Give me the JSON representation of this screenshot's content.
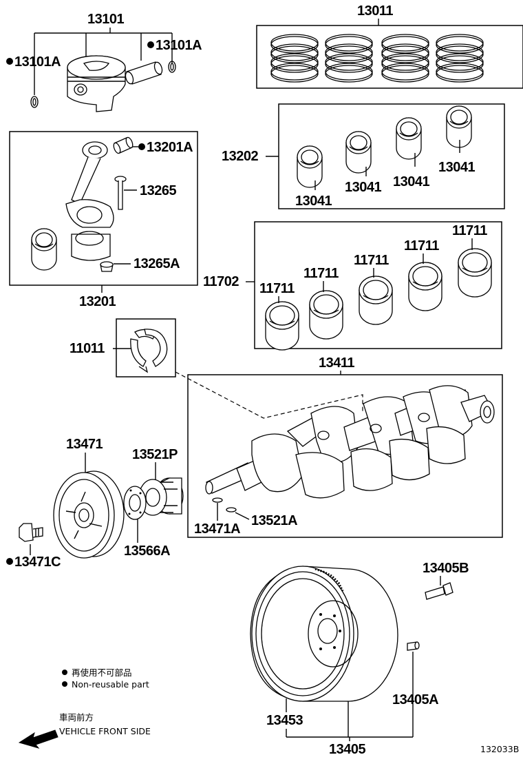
{
  "labels": {
    "p13101": "13101",
    "p13101A_left": "13101A",
    "p13101A_right": "13101A",
    "p13011": "13011",
    "p13201A": "13201A",
    "p13265": "13265",
    "p13265A": "13265A",
    "p13201": "13201",
    "p13202": "13202",
    "p13041_a": "13041",
    "p13041_b": "13041",
    "p13041_c": "13041",
    "p13041_d": "13041",
    "p11702": "11702",
    "p11711_a": "11711",
    "p11711_b": "11711",
    "p11711_c": "11711",
    "p11711_d": "11711",
    "p11711_e": "11711",
    "p11011": "11011",
    "p13411": "13411",
    "p13471": "13471",
    "p13521P": "13521P",
    "p13471A": "13471A",
    "p13521A": "13521A",
    "p13566A": "13566A",
    "p13471C": "13471C",
    "p13405B": "13405B",
    "p13405A": "13405A",
    "p13453": "13453",
    "p13405": "13405"
  },
  "legend": {
    "jp": "再使用不可部品",
    "en": "Non-reusable part"
  },
  "direction": {
    "jp": "車両前方",
    "en": "VEHICLE FRONT SIDE"
  },
  "diagram_id": "132033B"
}
